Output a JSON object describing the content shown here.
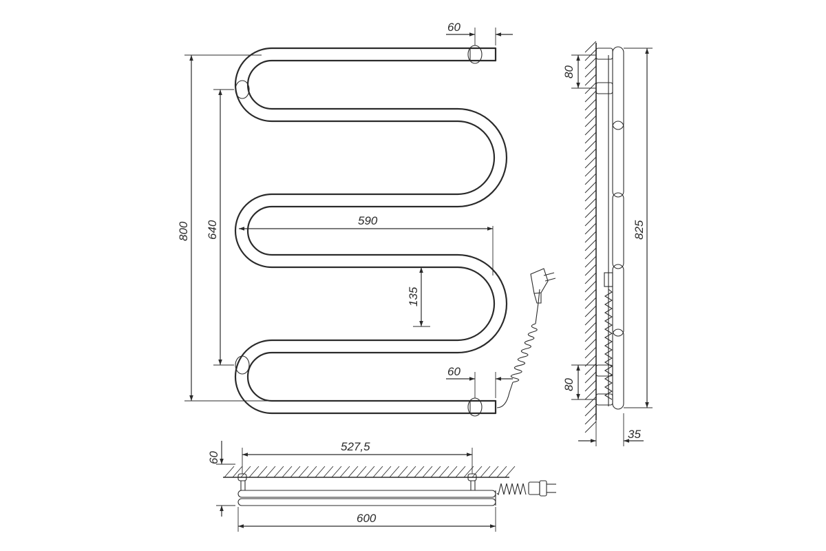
{
  "front_view": {
    "dim_top_offset": "60",
    "dim_bottom_offset": "60",
    "dim_overall_height": "800",
    "dim_mount_spacing": "640",
    "dim_width": "590",
    "dim_pitch": "135"
  },
  "side_view": {
    "dim_top_bracket": "80",
    "dim_bottom_bracket": "80",
    "dim_height": "825",
    "dim_depth": "35"
  },
  "top_view": {
    "dim_mount_centers": "527,5",
    "dim_wall_offset": "60",
    "dim_total_width": "600"
  }
}
